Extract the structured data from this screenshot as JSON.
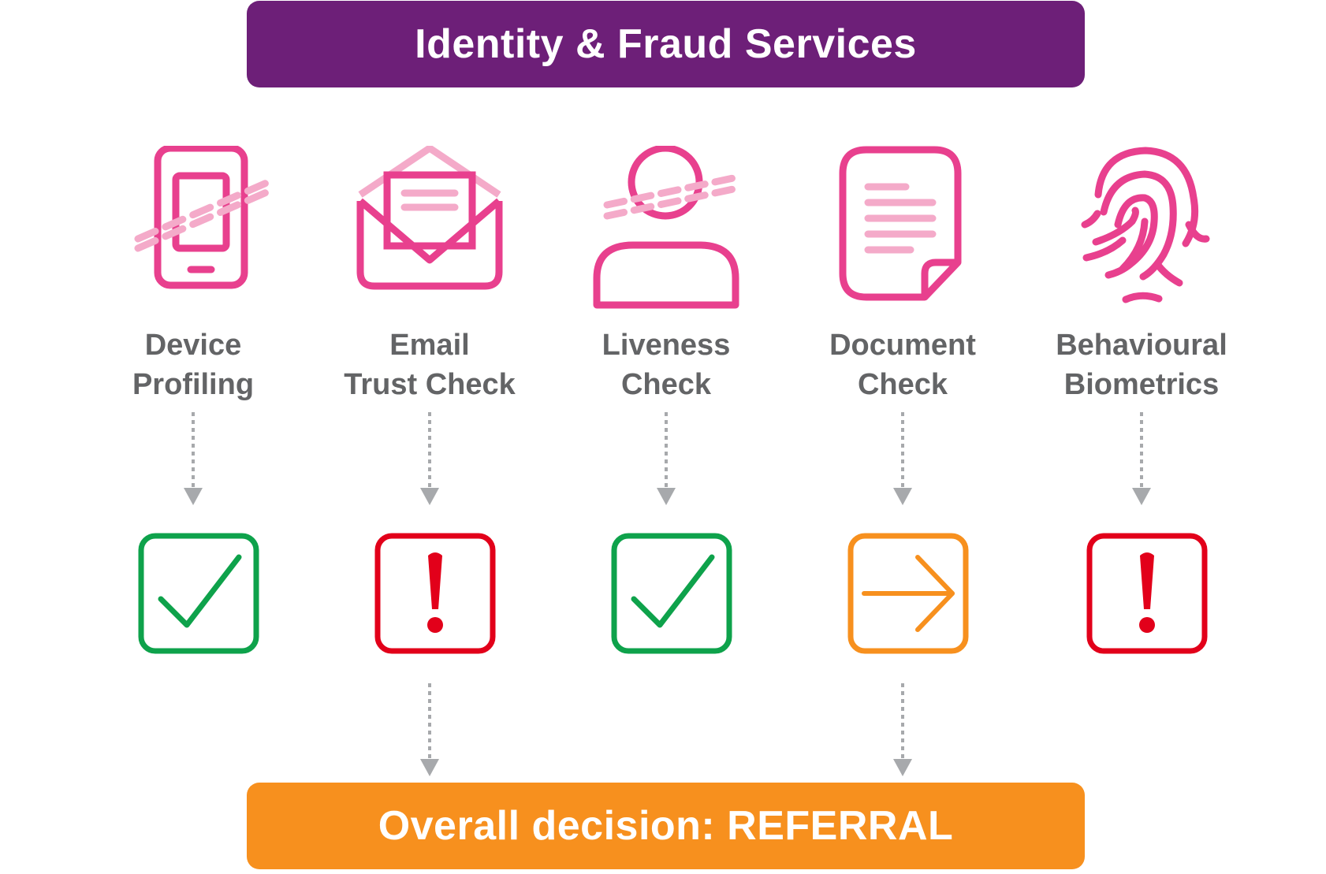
{
  "header": {
    "title": "Identity & Fraud Services"
  },
  "services": [
    {
      "icon": "mobile-phone-icon",
      "label_line1": "Device",
      "label_line2": "Profiling",
      "status": "pass"
    },
    {
      "icon": "envelope-icon",
      "label_line1": "Email",
      "label_line2": "Trust Check",
      "status": "alert"
    },
    {
      "icon": "person-icon",
      "label_line1": "Liveness",
      "label_line2": "Check",
      "status": "pass"
    },
    {
      "icon": "document-icon",
      "label_line1": "Document",
      "label_line2": "Check",
      "status": "refer"
    },
    {
      "icon": "fingerprint-icon",
      "label_line1": "Behavioural",
      "label_line2": "Biometrics",
      "status": "alert"
    }
  ],
  "footer": {
    "decision": "Overall decision: REFERRAL"
  },
  "colors": {
    "header_bg": "#6d1f78",
    "footer_bg": "#f7901e",
    "icon_pink": "#e8408e",
    "icon_pink_light": "#f4aac9",
    "label_gray": "#636466",
    "pass_green": "#0ea24b",
    "alert_red": "#e2001a",
    "refer_orange": "#f7901e",
    "arrow_gray": "#a7a9ac"
  }
}
